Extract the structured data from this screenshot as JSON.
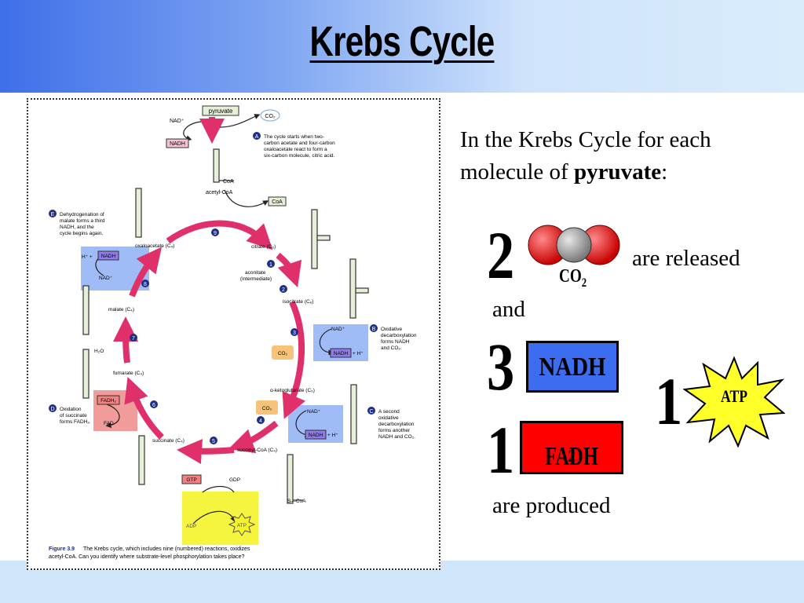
{
  "slide": {
    "title": "Krebs Cycle",
    "intro_text": "In the Krebs Cycle for each molecule of ",
    "intro_bold": "pyruvate",
    "intro_end": ":",
    "co2_count": "2",
    "co2_label": "CO",
    "co2_sub": "2",
    "released_text": "are released",
    "and_text": "and",
    "nadh_count": "3",
    "nadh_label": "NADH",
    "fadh_count": "1",
    "fadh_label": "FADH",
    "fadh_sub": "2",
    "atp_count": "1",
    "atp_label": "ATP",
    "produced_text": "are produced",
    "colors": {
      "nadh": "#3c6cf0",
      "fadh": "#ff0000",
      "atp": "#ffff2a",
      "co2_oxygen": "#e00000",
      "co2_carbon": "#9a9a9a"
    }
  },
  "figure": {
    "pyruvate": "pyruvate",
    "nad_top": "NAD⁺",
    "nadh_top": "NADH",
    "co2": "CO₂",
    "note_a": [
      "The cycle starts when two-",
      "carbon acetate and four-carbon",
      "oxaloacetate react to form a",
      "six-carbon molecule, citric acid."
    ],
    "acetyl_coa": "acetyl-CoA",
    "coa": "CoA",
    "scoa": "S—CoA",
    "note_e": [
      "Dehydrogenation of",
      "malate forms a third",
      "NADH, and the",
      "cycle begins again."
    ],
    "oxaloacetate": "oxaloacetate (C₄)",
    "citrate": "citrate (C₆)",
    "aconitate": [
      "aconitate",
      "(intermediate)"
    ],
    "isocitrate": "isocitrate (C₆)",
    "malate": "malate (C₄)",
    "h2o": "H₂O",
    "fumarate": "fumarate (C₄)",
    "akg": "α-ketoglutarate (C₅)",
    "succinate": "succinate (C₄)",
    "succinyl": "succinyl-CoA (C₄)",
    "note_b": [
      "Oxidative",
      "decarboxylation",
      "forms NADH",
      "and CO₂."
    ],
    "note_c": [
      "A second",
      "oxidative",
      "decarboxylation",
      "forms another",
      "NADH and CO₂."
    ],
    "note_d": [
      "Oxidation",
      "of succinate",
      "forms FADH₂."
    ],
    "nad": "NAD⁺",
    "nadh": "NADH",
    "h_plus": "+ H⁺",
    "h_plus_pre": "H⁺ +",
    "fadh2": "FADH₂",
    "fad": "FAD",
    "gtp": "GTP",
    "gdp": "GDP",
    "adp": "ADP",
    "atp": "ATP",
    "letters": [
      "A",
      "B",
      "C",
      "D",
      "E"
    ],
    "steps": [
      "1",
      "2",
      "3",
      "4",
      "5",
      "6",
      "7",
      "8",
      "9"
    ],
    "caption_bold": "Figure 3.9",
    "caption_line1": "The Krebs cycle, which includes nine (numbered) reactions, oxidizes",
    "caption_line2": "acetyl-CoA. Can you identify where substrate-level phosphorylation takes place?"
  }
}
